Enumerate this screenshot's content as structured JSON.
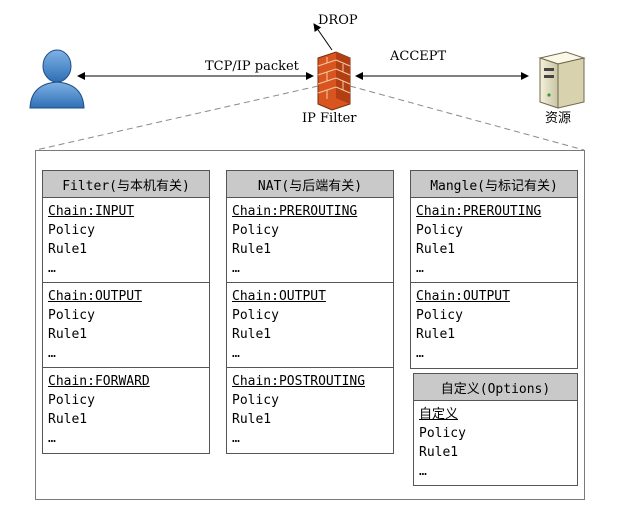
{
  "top": {
    "packet_label": "TCP/IP packet",
    "drop_label": "DROP",
    "accept_label": "ACCEPT",
    "filter_label": "IP Filter",
    "resource_label": "资源"
  },
  "tables": [
    {
      "title": "Filter(与本机有关)",
      "chains": [
        {
          "name": "Chain:INPUT",
          "policy": "Policy",
          "rule": "Rule1",
          "more": "…"
        },
        {
          "name": "Chain:OUTPUT",
          "policy": "Policy",
          "rule": "Rule1",
          "more": "…"
        },
        {
          "name": "Chain:FORWARD",
          "policy": "Policy",
          "rule": "Rule1",
          "more": "…"
        }
      ]
    },
    {
      "title": "NAT(与后端有关)",
      "chains": [
        {
          "name": "Chain:PREROUTING",
          "policy": "Policy",
          "rule": "Rule1",
          "more": "…"
        },
        {
          "name": "Chain:OUTPUT",
          "policy": "Policy",
          "rule": "Rule1",
          "more": "…"
        },
        {
          "name": "Chain:POSTROUTING",
          "policy": "Policy",
          "rule": "Rule1",
          "more": "…"
        }
      ]
    },
    {
      "title": "Mangle(与标记有关)",
      "chains": [
        {
          "name": "Chain:PREROUTING",
          "policy": "Policy",
          "rule": "Rule1",
          "more": "…"
        },
        {
          "name": "Chain:OUTPUT",
          "policy": "Policy",
          "rule": "Rule1",
          "more": "…"
        }
      ]
    },
    {
      "title": "自定义(Options)",
      "chains": [
        {
          "name": "自定义",
          "policy": "Policy",
          "rule": "Rule1",
          "more": "…"
        }
      ]
    }
  ]
}
